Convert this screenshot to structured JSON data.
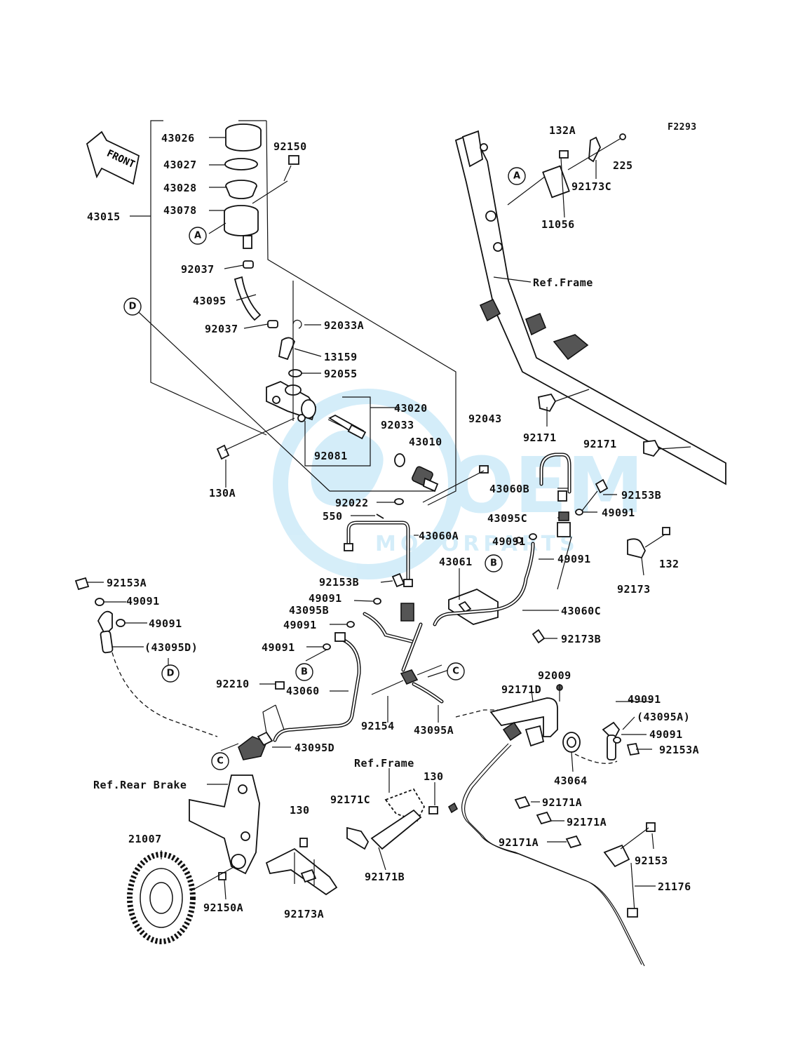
{
  "figure_code": "F2293",
  "front_arrow": "FRONT",
  "reference_labels": {
    "frame_upper": "Ref.Frame",
    "frame_lower": "Ref.Frame",
    "rear_brake": "Ref.Rear Brake"
  },
  "callouts": {
    "A": "A",
    "B": "B",
    "C": "C",
    "D": "D"
  },
  "watermark": {
    "brand": "OEM",
    "sub": "MOTORPARTS"
  },
  "parts": {
    "p43026": "43026",
    "p43027": "43027",
    "p43028": "43028",
    "p43078": "43078",
    "p43015": "43015",
    "p92150": "92150",
    "p92037a": "92037",
    "p43095": "43095",
    "p92037b": "92037",
    "p92033A": "92033A",
    "p13159": "13159",
    "p92055": "92055",
    "p43020": "43020",
    "p92033": "92033",
    "p43010": "43010",
    "p92081": "92081",
    "p130A": "130A",
    "p92043": "92043",
    "p92022": "92022",
    "p550": "550",
    "p43060A": "43060A",
    "p43060B": "43060B",
    "p43095C": "43095C",
    "p92153B_top": "92153B",
    "p49091_r1": "49091",
    "p49091_r2": "49091",
    "p49091_r3": "49091",
    "p132A": "132A",
    "p225": "225",
    "p92173C": "92173C",
    "p11056": "11056",
    "p92171_a": "92171",
    "p92171_b": "92171",
    "p43061": "43061",
    "p132": "132",
    "p92173": "92173",
    "p43060C": "43060C",
    "p92173B": "92173B",
    "p92153A_left": "92153A",
    "p49091_l1": "49091",
    "p49091_l2": "49091",
    "p43095D_paren": "(43095D)",
    "p92153B_mid": "92153B",
    "p49091_m1": "49091",
    "p43095B": "43095B",
    "p49091_m2": "49091",
    "p49091_m3": "49091",
    "p43060": "43060",
    "p92210": "92210",
    "p43095D": "43095D",
    "p92154": "92154",
    "p43095A": "43095A",
    "p92009": "92009",
    "p92171D": "92171D",
    "p49091_rr1": "49091",
    "p43095A_paren": "(43095A)",
    "p49091_rr2": "49091",
    "p92153A_right": "92153A",
    "p43064": "43064",
    "p130_a": "130",
    "p92171C": "92171C",
    "p92171B": "92171B",
    "p130_b": "130",
    "p21007": "21007",
    "p92150A": "92150A",
    "p92173A": "92173A",
    "p92171A_1": "92171A",
    "p92171A_2": "92171A",
    "p92171A_3": "92171A",
    "p92153": "92153",
    "p21176": "21176"
  }
}
